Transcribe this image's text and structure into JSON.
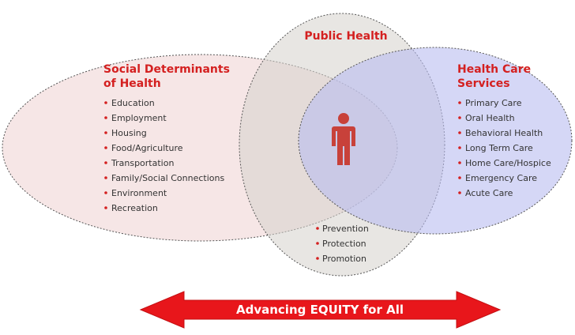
{
  "colors": {
    "accent_red": "#d42020",
    "sdoh_fill": "#f2dede",
    "public_health_fill": "#dcd9d4",
    "health_care_fill": "#c5c8f2",
    "arrow": "#e8161b"
  },
  "public_health": {
    "title": "Public Health",
    "items": [
      "Prevention",
      "Protection",
      "Promotion"
    ]
  },
  "social_determinants": {
    "title_line1": "Social Determinants",
    "title_line2": "of Health",
    "items": [
      "Education",
      "Employment",
      "Housing",
      "Food/Agriculture",
      "Transportation",
      "Family/Social Connections",
      "Environment",
      "Recreation"
    ]
  },
  "health_care": {
    "title_line1": "Health Care",
    "title_line2": "Services",
    "items": [
      "Primary Care",
      "Oral Health",
      "Behavioral Health",
      "Long Term Care",
      "Home Care/Hospice",
      "Emergency Care",
      "Acute Care"
    ]
  },
  "center_icon": "person-icon",
  "arrow": {
    "label": "Advancing EQUITY for All"
  }
}
